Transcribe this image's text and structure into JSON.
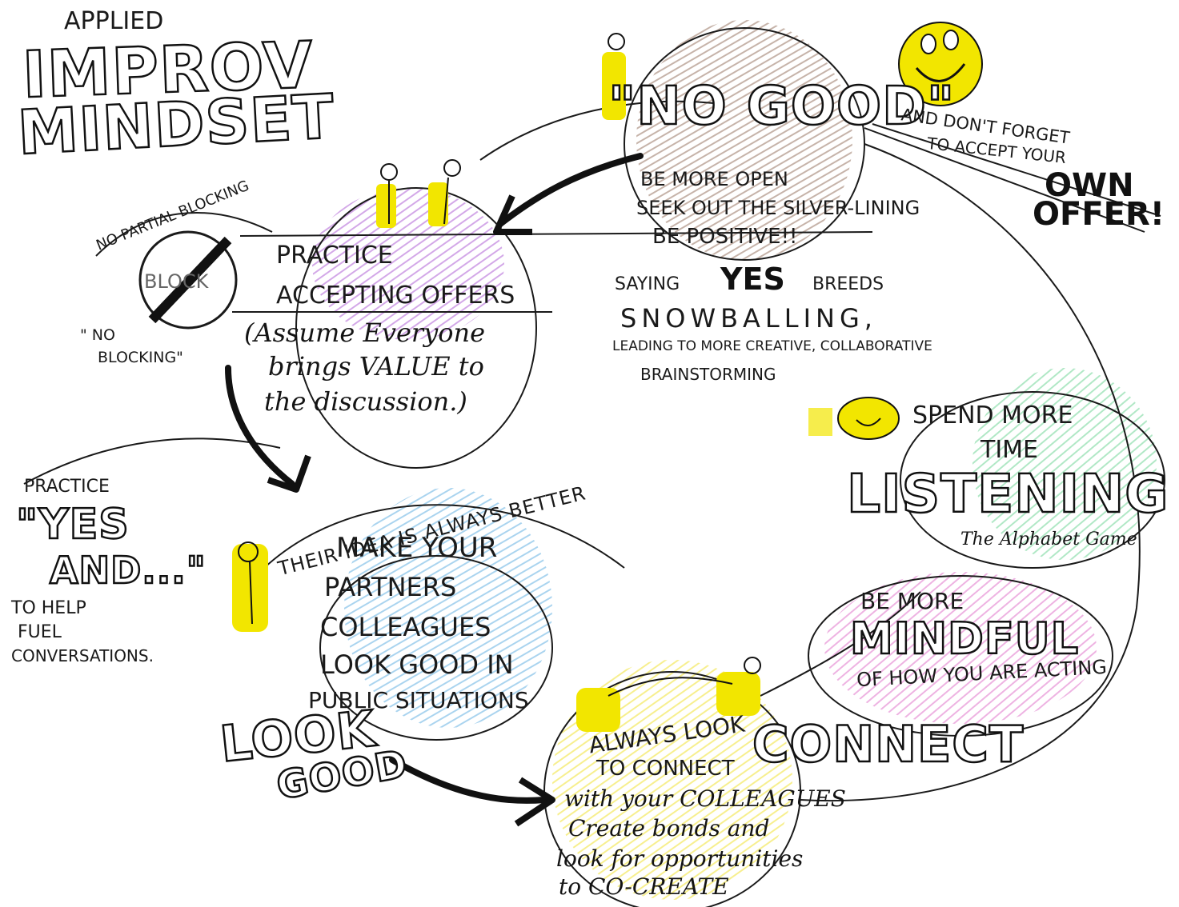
{
  "title": {
    "applied": "APPLIED",
    "improv": "IMPROV",
    "mindset": "MINDSET"
  },
  "no_good": {
    "heading": "\"NO GOOD\"",
    "lines": [
      "BE MORE OPEN",
      "SEEK OUT THE SILVER-LINING",
      "BE POSITIVE!!"
    ]
  },
  "own_offer": {
    "line1": "AND DON'T FORGET",
    "line2": "TO ACCEPT YOUR",
    "big1": "OWN",
    "big2": "OFFER!"
  },
  "yes_breeds": {
    "saying": "SAYING",
    "yes": "YES",
    "breeds": "BREEDS",
    "snowballing": "SNOWBALLING,",
    "line3": "LEADING TO MORE CREATIVE, COLLABORATIVE",
    "line4": "BRAINSTORMING"
  },
  "blocking": {
    "no_partial": "NO PARTIAL BLOCKING",
    "block_word": "BLOCK",
    "no_blocking_1": "\" NO",
    "no_blocking_2": "BLOCKING\""
  },
  "accepting": {
    "line1": "PRACTICE",
    "line2": "ACCEPTING OFFERS",
    "line3": "(Assume Everyone",
    "line4": "brings VALUE to",
    "line5": "the discussion.)"
  },
  "yes_and": {
    "practice": "PRACTICE",
    "yes": "\"YES",
    "and": "AND...\"",
    "line1": "TO HELP",
    "line2": "FUEL",
    "line3": "CONVERSATIONS."
  },
  "look_good": {
    "arc": "THEIR IDEA IS ALWAYS BETTER",
    "lines": [
      "MAKE YOUR",
      "PARTNERS",
      "COLLEAGUES",
      "LOOK GOOD IN",
      "PUBLIC SITUATIONS"
    ],
    "big1": "LOOK",
    "big2": "GOOD"
  },
  "listening": {
    "line1": "SPEND MORE",
    "line2": "TIME",
    "big": "LISTENING",
    "game": "The Alphabet Game"
  },
  "mindful": {
    "line1": "BE MORE",
    "big": "MINDFUL",
    "line2": "OF HOW YOU ARE ACTING"
  },
  "connect": {
    "big": "CONNECT",
    "lines": [
      "ALWAYS LOOK",
      "TO CONNECT",
      "with your COLLEAGUES",
      "Create bonds and",
      "look for opportunities",
      "to CO-CREATE"
    ]
  },
  "colors": {
    "ink": "#141414",
    "highlight_yellow": "#f2e600",
    "purple": "#c58be0",
    "blue": "#8ec6ea",
    "green": "#9ee3b8",
    "pink": "#e99ad8",
    "brown": "#b39a8c",
    "yellow_wash": "#f6ec7a"
  }
}
